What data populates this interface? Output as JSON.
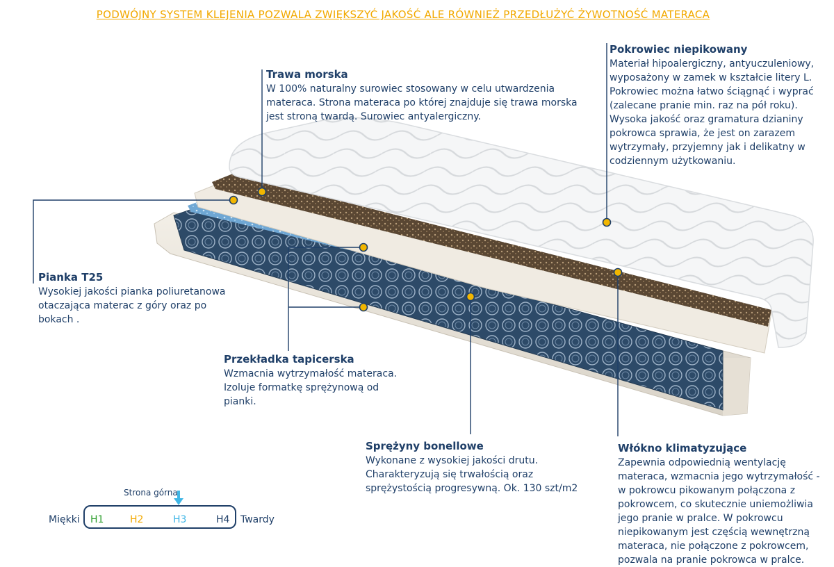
{
  "headline": "PODWÓJNY SYSTEM KLEJENIA POZWALA ZWIĘKSZYĆ JAKOŚĆ ALE RÓWNIEŻ PRZEDŁUŻYĆ ŻYWOTNOŚĆ MATERACA",
  "callouts": {
    "trawa": {
      "title": "Trawa morska",
      "text": "W 100% naturalny surowiec stosowany w celu utwardzenia\nmateraca. Strona materaca po której znajduje się trawa morska\njest stroną twardą. Surowiec antyalergiczny."
    },
    "pokrowiec": {
      "title": "Pokrowiec  niepikowany",
      "text": "Materiał hipoalergiczny, antyuczuleniowy,\nwyposażony w zamek w kształcie litery L.\nPokrowiec można łatwo ściągnąć i wyprać\n(zalecane pranie min.  raz na pół roku).\nWysoka jakość oraz gramatura dzianiny\npokrowca sprawia, że jest on zarazem\nwytrzymały, przyjemny jak i delikatny w\ncodziennym użytkowaniu."
    },
    "pianka": {
      "title": "Pianka T25",
      "text": "Wysokiej jakości pianka poliuretanowa\notaczająca materac z góry oraz po\nbokach ."
    },
    "przekladka": {
      "title": "Przekładka tapicerska",
      "text": "Wzmacnia wytrzymałość materaca.\nIzoluje formatkę sprężynową od\npianki."
    },
    "sprezyny": {
      "title": "Sprężyny bonellowe",
      "text": "Wykonane z wysokiej jakości drutu.\nCharakteryzują się trwałością oraz\nsprężystością progresywną. Ok. 130 szt/m2"
    },
    "wlokno": {
      "title": "Włókno klimatyzujące",
      "text": "Zapewnia odpowiednią wentylację\nmateraca, wzmacnia jego wytrzymałość -\nw pokrowcu pikowanym połączona z\npokrowcem, co skutecznie uniemożliwia\njego pranie w pralce. W pokrowcu\nniepikowanym jest częścią wewnętrzną\nmateraca, nie połączone z pokrowcem,\npozwala na pranie pokrowca w pralce."
    }
  },
  "firmness": {
    "top_label": "Strona górna",
    "soft_label": "Miękki",
    "hard_label": "Twardy",
    "levels": [
      {
        "label": "H1",
        "color": "#2e9e2e"
      },
      {
        "label": "H2",
        "color": "#f2a900"
      },
      {
        "label": "H3",
        "color": "#3fb6e6"
      },
      {
        "label": "H4",
        "color": "#1f3f68"
      }
    ],
    "arrow_color": "#3fb6e6"
  },
  "colors": {
    "text": "#1f3f68",
    "accent": "#f2a900",
    "marker": "#f2b600"
  }
}
